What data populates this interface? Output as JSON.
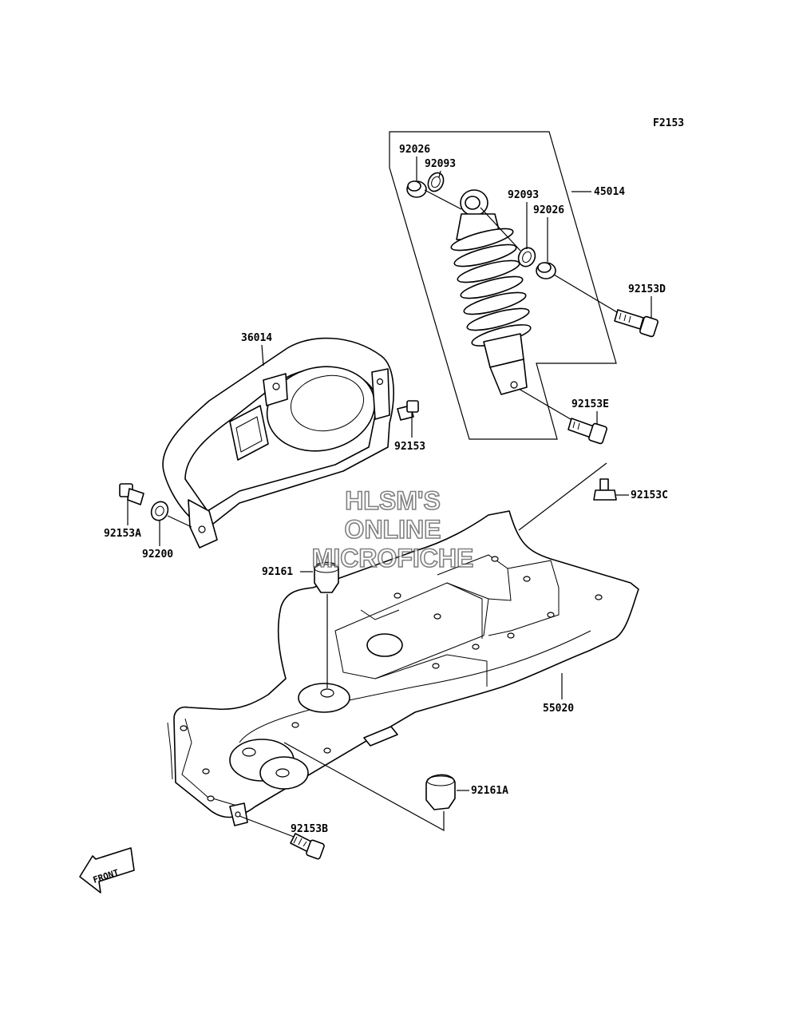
{
  "diagram_code": "F2153",
  "watermark": {
    "line1": "HLSM'S",
    "line2": "ONLINE",
    "line3": "MICROFICHE"
  },
  "front_label": "FRONT",
  "parts": {
    "p92026_top": "92026",
    "p92093_top": "92093",
    "p45014": "45014",
    "p92093_right": "92093",
    "p92026_right": "92026",
    "p92153D": "92153D",
    "p36014": "36014",
    "p92153": "92153",
    "p92153E": "92153E",
    "p92153C": "92153C",
    "p92153A": "92153A",
    "p92200": "92200",
    "p92161": "92161",
    "p55020": "55020",
    "p92161A": "92161A",
    "p92153B": "92153B"
  }
}
